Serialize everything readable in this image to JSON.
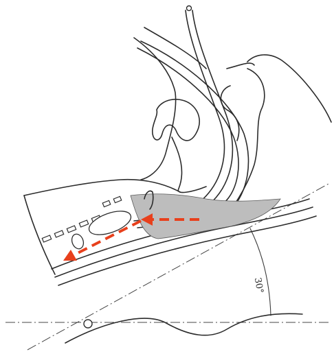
{
  "figure": {
    "angle_label": "30°",
    "arrow_color": "#e8401c",
    "shading_color": "#bdbdbd",
    "line_color": "#2b2b2b",
    "arrows": [
      {
        "name": "forward-arrow",
        "direction": "left"
      },
      {
        "name": "downward-arrow",
        "direction": "down-left"
      }
    ]
  }
}
